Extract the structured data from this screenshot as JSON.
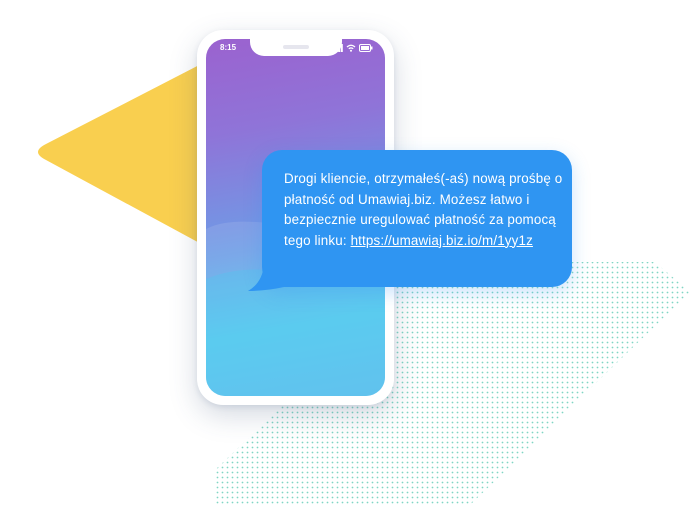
{
  "background": {
    "accent_yellow": "#f9cf4f",
    "dot_color": "#7fd6c4"
  },
  "phone": {
    "status_time": "8:15",
    "status_icons": [
      "signal-icon",
      "wifi-icon",
      "battery-icon"
    ],
    "screen_gradient": [
      "#9b62cf",
      "#50c8ee"
    ]
  },
  "message": {
    "text": "Drogi kliencie, otrzymałeś(-aś) nową prośbę o płatność od Umawiaj.biz. Możesz łatwo i bezpiecznie uregulować płatność za pomocą tego linku: ",
    "link": "https://umawiaj.biz.io/m/1yy1z",
    "bubble_color": "#2f95f2"
  }
}
